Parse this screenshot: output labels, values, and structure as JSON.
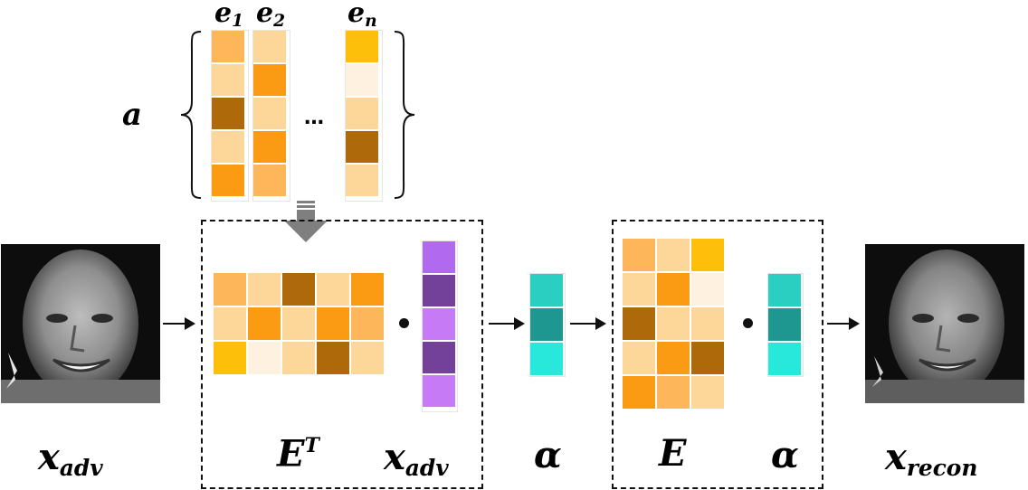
{
  "labels": {
    "a": "a",
    "e1": "e",
    "e1_sub": "1",
    "e2": "e",
    "e2_sub": "2",
    "en": "e",
    "en_sub": "n",
    "ellipsis": "…",
    "x_adv_left": "x",
    "x_adv_left_sub": "adv",
    "E_T": "E",
    "E_T_sup": "T",
    "x_adv_mid": "x",
    "x_adv_mid_sub": "adv",
    "alpha_1": "α",
    "E": "E",
    "alpha_2": "α",
    "x_recon": "x",
    "x_recon_sub": "recon"
  },
  "colors": {
    "light_peach": "#fdd69a",
    "orange": "#fb9a13",
    "light_orange": "#fdb659",
    "brown": "#ae6a0a",
    "gold": "#fdbf0a",
    "cream": "#fef1df",
    "purple_light": "#b169f0",
    "purple_dark": "#73409a",
    "purple_mid": "#c77af6",
    "teal_light": "#2bcfc2",
    "teal_dark": "#1f9791",
    "teal_bright": "#27e8da"
  },
  "eigenvectors": {
    "e1": [
      "light_orange",
      "light_peach",
      "brown",
      "light_peach",
      "orange"
    ],
    "e2": [
      "light_peach",
      "orange",
      "light_peach",
      "orange",
      "light_orange"
    ],
    "en": [
      "gold",
      "cream",
      "light_peach",
      "brown",
      "light_peach"
    ]
  },
  "ET_matrix": [
    [
      "light_orange",
      "light_peach",
      "brown",
      "light_peach",
      "orange"
    ],
    [
      "light_peach",
      "orange",
      "light_peach",
      "orange",
      "light_orange"
    ],
    [
      "gold",
      "cream",
      "light_peach",
      "brown",
      "light_peach"
    ]
  ],
  "x_adv_vector": [
    "purple_light",
    "purple_dark",
    "purple_mid",
    "purple_dark",
    "purple_mid"
  ],
  "alpha_vector": [
    "teal_light",
    "teal_dark",
    "teal_bright"
  ],
  "E_matrix": [
    [
      "light_orange",
      "light_peach",
      "gold"
    ],
    [
      "light_peach",
      "orange",
      "cream"
    ],
    [
      "brown",
      "light_peach",
      "light_peach"
    ],
    [
      "light_peach",
      "orange",
      "brown"
    ],
    [
      "orange",
      "light_orange",
      "light_peach"
    ]
  ],
  "images": {
    "left": "face-adversarial",
    "right": "face-reconstructed"
  }
}
